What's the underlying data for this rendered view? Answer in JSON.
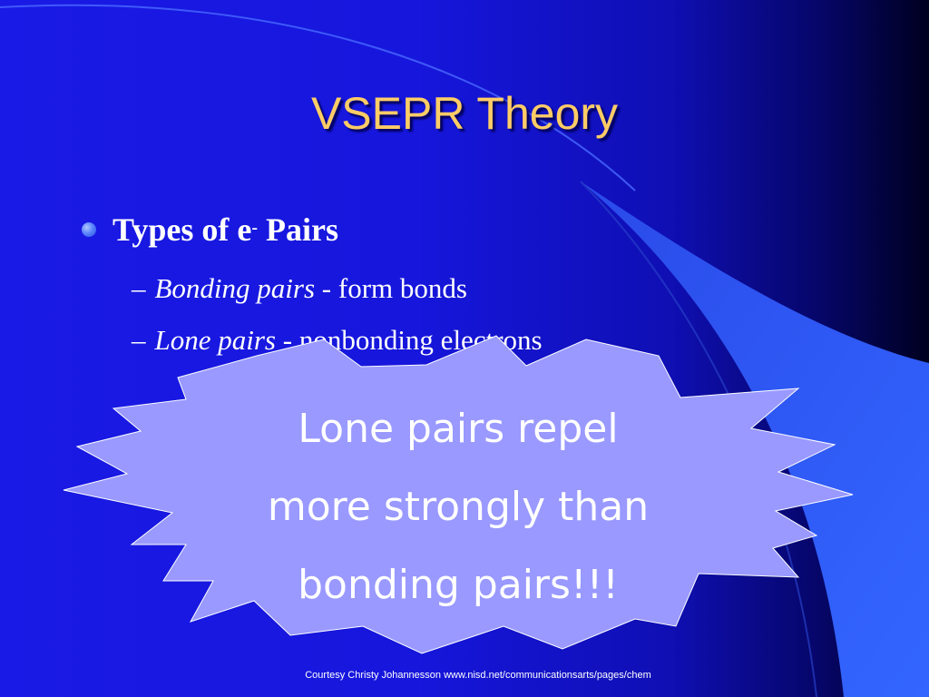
{
  "slide": {
    "title": "VSEPR Theory",
    "bullet": {
      "text_before": "Types of e",
      "superscript": "-",
      "text_after": " Pairs"
    },
    "subitems": [
      {
        "dash": "–",
        "italic": "Bonding pairs",
        "rest": " - form bonds"
      },
      {
        "dash": "–",
        "italic": "Lone pairs",
        "rest": " - nonbonding electrons"
      }
    ],
    "callout": {
      "lines": [
        "Lone pairs repel",
        "more strongly than",
        "bonding pairs!!!"
      ]
    },
    "footer": "Courtesy Christy Johannesson www.nisd.net/communicationsarts/pages/chem"
  },
  "colors": {
    "title": "#ffcc66",
    "burst_fill": "#9999ff",
    "swoosh": "#3366ff",
    "text": "#ffffff"
  }
}
